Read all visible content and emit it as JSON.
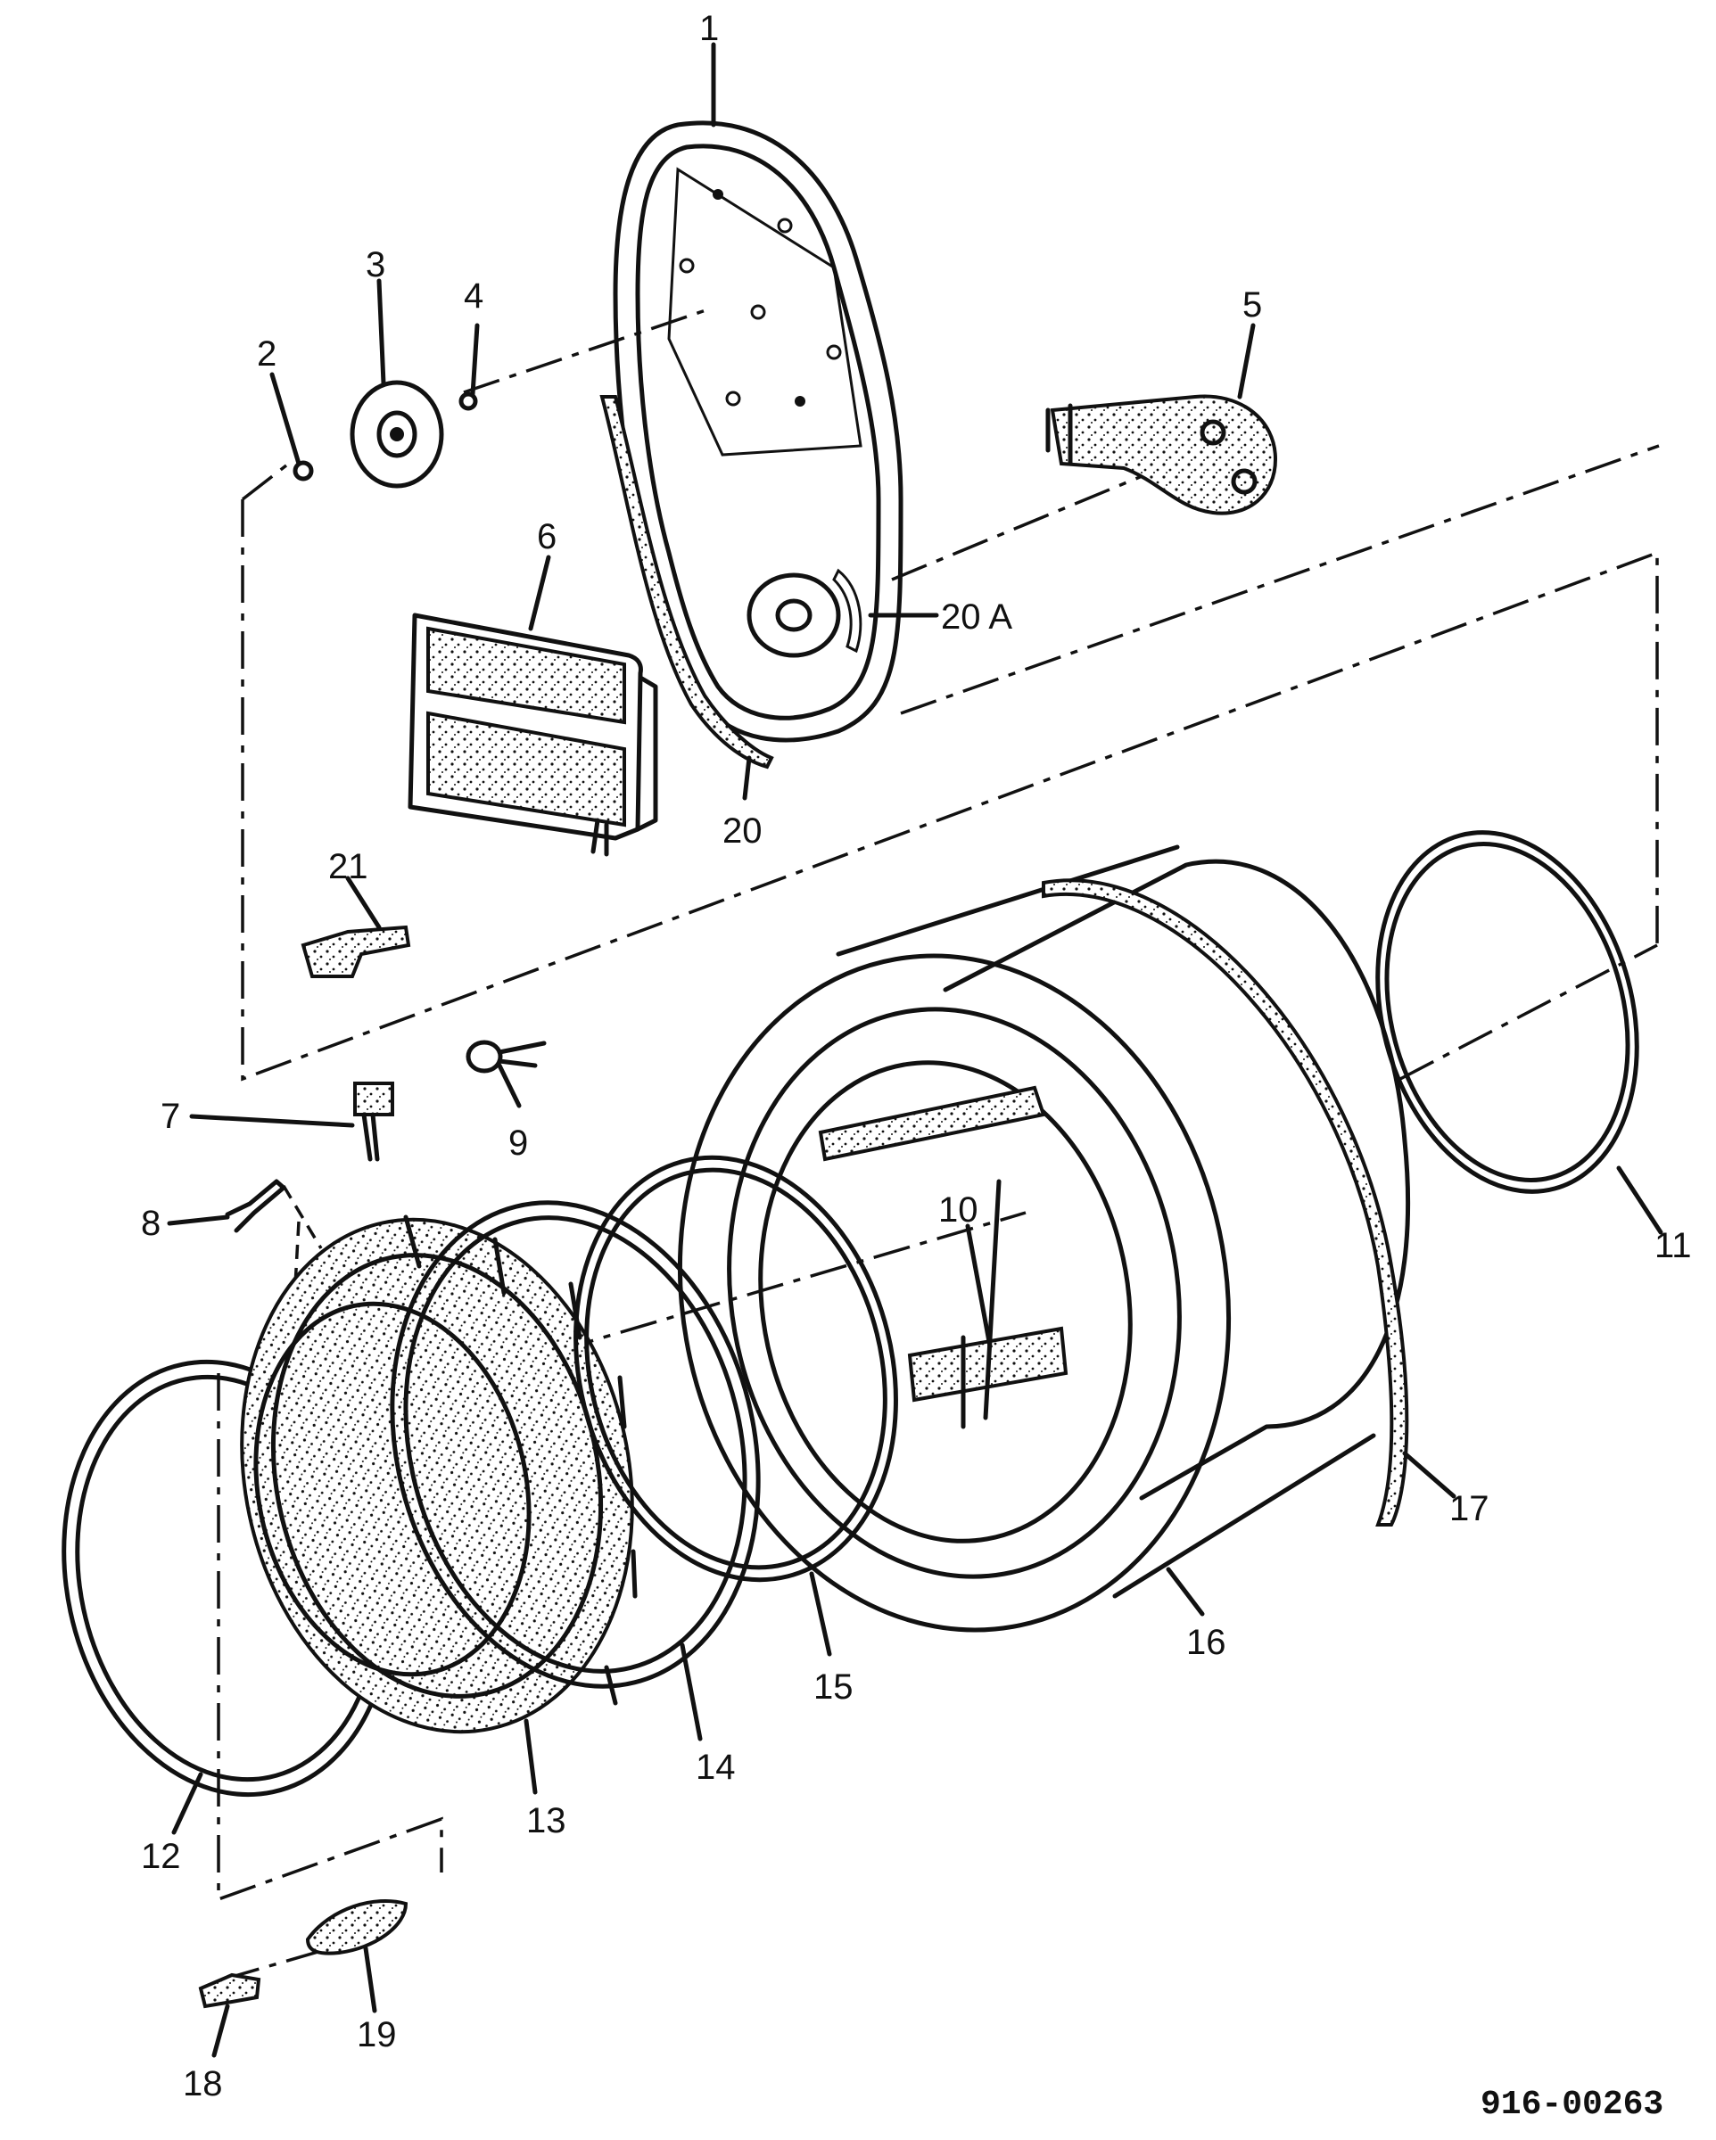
{
  "diagram": {
    "callouts": [
      "1",
      "2",
      "3",
      "4",
      "5",
      "6",
      "7",
      "8",
      "9",
      "10",
      "11",
      "12",
      "13",
      "14",
      "15",
      "16",
      "17",
      "18",
      "19",
      "20",
      "20 A",
      "21"
    ],
    "drawing_number": "916-00263"
  }
}
